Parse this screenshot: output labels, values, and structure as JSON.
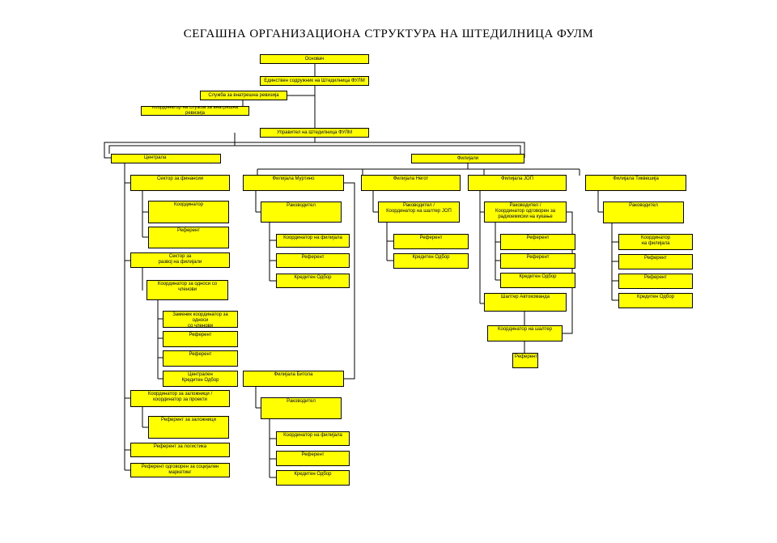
{
  "title": "СЕГАШНА ОРГАНИЗАЦИОНА СТРУКТУРА НА ШТЕДИЛНИЦА ФУЛМ",
  "boxes": {
    "osnovach": "Основач",
    "edinstven": "Единствен содружник на Штедилница ФУЛМ",
    "sluzba": "Служба за внатрешна ревизија",
    "koord_sluzba": "Координатор на служба за внатрешна ревизија",
    "upravitel": "Управител на Штедилница ФУЛМ",
    "centrala": "Централа",
    "filijali": "Филијали",
    "sektor_finansii": "Сектор за финансии",
    "koordinator": "Координатор",
    "referent_fin": "Референт",
    "sektor_razvoj": "Сектор за\nразвој на филијали",
    "koord_odnosi": "Координатор за односи со членови",
    "zamenik": "Заменик координатор за односи\nсо членови",
    "referent_r1": "Референт",
    "referent_r2": "Референт",
    "centralen_kredit": "Централен\nКредитен Одбор",
    "koord_zalog": "Координатор за заложници /\nкоординатор за проекти",
    "referent_zalog": "Референт за заложници",
    "referent_logistika": "Референт за логистика",
    "referent_soc": "Референт одговорен за социјален маркетинг",
    "fil_murtino": "Филијала Муртино",
    "rak_murtino": "Раководител",
    "koord_fil_murtino": "Координатор на филијала",
    "ref_murtino": "Референт",
    "kred_murtino": "Кредитен Одбор",
    "fil_bitola": "Филијала Битола",
    "rak_bitola": "Раководител",
    "koord_fil_bitola": "Координатор на филијала",
    "ref_bitola": "Референт",
    "kred_bitola": "Кредитен Одбор",
    "fil_negotino": "Филијала Негот",
    "rak_negotino": "Раководител /\nКоординатор на шалтер ЈОП",
    "ref_negotino": "Референт",
    "kred_negotino": "Кредитен Одбор",
    "fil_jop": "Филијала ЈОП",
    "rak_jop": "Раководител /\nКоординатор одговорен за\nрадиоемисии на кукање",
    "ref_jop1": "Референт",
    "ref_jop2": "Референт",
    "kred_jop": "Кредитен Одбор",
    "shalter_avto": "Шалтер Автокоманда",
    "koord_shalter": "Координатор на шалтер",
    "ref_shalter": "Референт",
    "fil_tikvesija": "Филијала Тиквешија",
    "rak_tikvesija": "Раководител",
    "koord_fil_tikvesija": "Координатор\nна филијала",
    "ref_tik1": "Референт",
    "ref_tik2": "Референт",
    "kred_tik": "Кредитен Одбор"
  }
}
